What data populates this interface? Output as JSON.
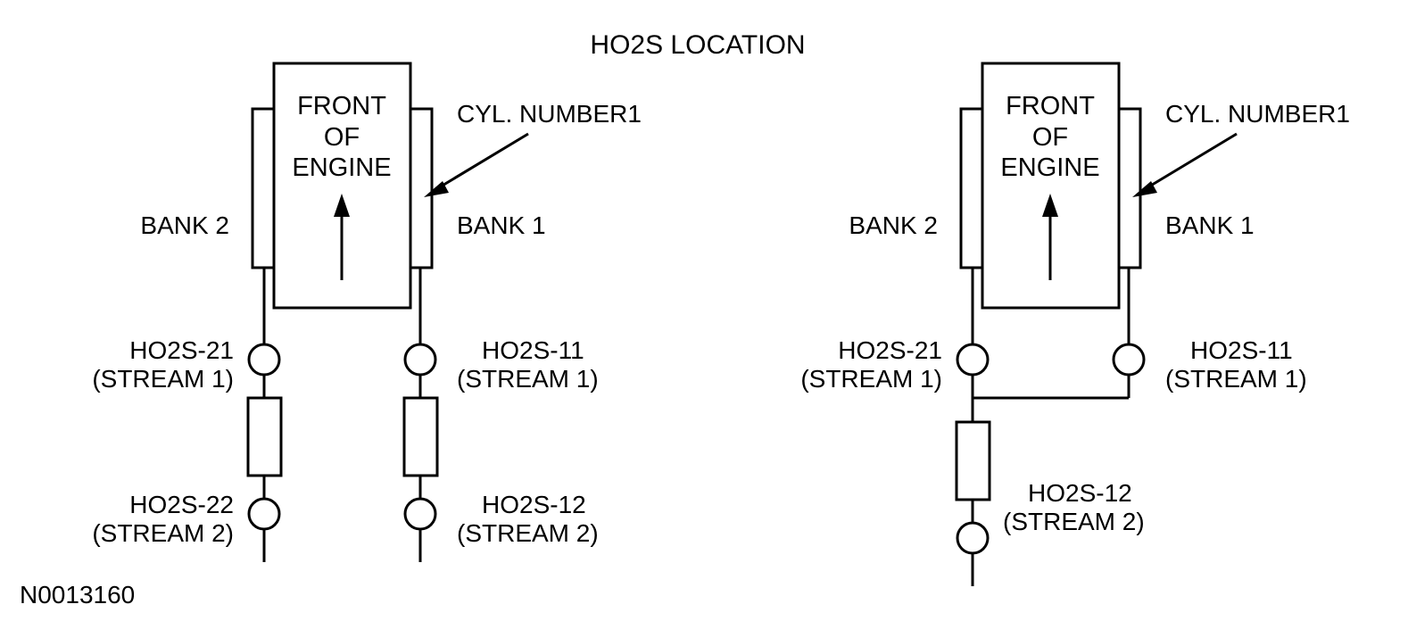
{
  "figure": {
    "title": "HO2S LOCATION",
    "figure_id": "N0013160",
    "background_color": "#ffffff",
    "line_color": "#000000"
  },
  "diagrams": [
    {
      "id": "left-diagram",
      "layout": "dual-bank-dual-converter",
      "engine_block": {
        "line1": "FRONT",
        "line2": "OF",
        "line3": "ENGINE",
        "direction_arrow": "up-arrow"
      },
      "callout": {
        "label": "CYL. NUMBER1",
        "points_to": "bank-1-manifold"
      },
      "bank_left_label": "BANK 2",
      "bank_right_label": "BANK 1",
      "sensors": [
        {
          "name": "HO2S-21",
          "stream": "(STREAM 1)",
          "side": "left",
          "position": "upstream"
        },
        {
          "name": "HO2S-22",
          "stream": "(STREAM 2)",
          "side": "left",
          "position": "downstream"
        },
        {
          "name": "HO2S-11",
          "stream": "(STREAM 1)",
          "side": "right",
          "position": "upstream"
        },
        {
          "name": "HO2S-12",
          "stream": "(STREAM 2)",
          "side": "right",
          "position": "downstream"
        }
      ]
    },
    {
      "id": "right-diagram",
      "layout": "dual-bank-merged-single-converter",
      "engine_block": {
        "line1": "FRONT",
        "line2": "OF",
        "line3": "ENGINE",
        "direction_arrow": "up-arrow"
      },
      "callout": {
        "label": "CYL. NUMBER1",
        "points_to": "bank-1-manifold"
      },
      "bank_left_label": "BANK 2",
      "bank_right_label": "BANK 1",
      "sensors": [
        {
          "name": "HO2S-21",
          "stream": "(STREAM 1)",
          "side": "left",
          "position": "upstream"
        },
        {
          "name": "HO2S-11",
          "stream": "(STREAM 1)",
          "side": "right",
          "position": "upstream"
        },
        {
          "name": "HO2S-12",
          "stream": "(STREAM 2)",
          "side": "left",
          "position": "downstream"
        }
      ]
    }
  ],
  "left": {
    "engine": {
      "l1": "FRONT",
      "l2": "OF",
      "l3": "ENGINE"
    },
    "cyl_callout": "CYL. NUMBER1",
    "bank2": "BANK 2",
    "bank1": "BANK 1",
    "s21_name": "HO2S-21",
    "s21_stream": "(STREAM 1)",
    "s22_name": "HO2S-22",
    "s22_stream": "(STREAM 2)",
    "s11_name": "HO2S-11",
    "s11_stream": "(STREAM 1)",
    "s12_name": "HO2S-12",
    "s12_stream": "(STREAM 2)"
  },
  "right": {
    "engine": {
      "l1": "FRONT",
      "l2": "OF",
      "l3": "ENGINE"
    },
    "cyl_callout": "CYL. NUMBER1",
    "bank2": "BANK 2",
    "bank1": "BANK 1",
    "s21_name": "HO2S-21",
    "s21_stream": "(STREAM 1)",
    "s11_name": "HO2S-11",
    "s11_stream": "(STREAM 1)",
    "s12_name": "HO2S-12",
    "s12_stream": "(STREAM 2)"
  }
}
